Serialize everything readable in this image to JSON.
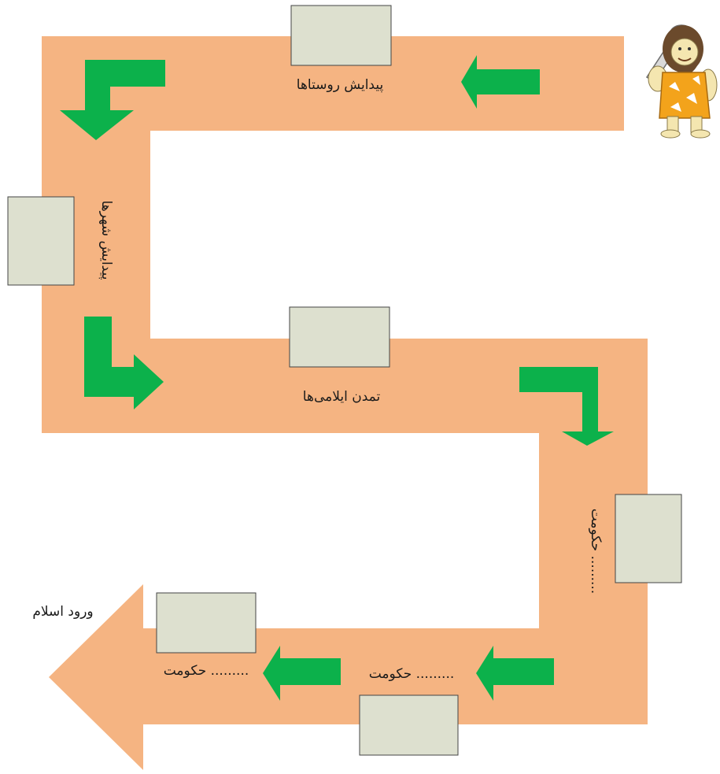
{
  "colors": {
    "path": "#f5b482",
    "arrow": "#0cb14b",
    "box_fill": "#dde0cf",
    "box_stroke": "#444444",
    "text": "#1a1a1a"
  },
  "labels": {
    "villages": "پیدایش روستاها",
    "cities": "پیدایش شهرها",
    "elamite": "تمدن ایلامی‌ها",
    "govt_right": "حکومت .........",
    "govt_bottom_middle": "حکومت .........",
    "govt_bottom_left": "حکومت .........",
    "islam": "ورود اسلام"
  },
  "character": {
    "icon": "caveman-icon"
  },
  "boxes": [
    "blank-box",
    "blank-box",
    "blank-box",
    "blank-box",
    "blank-box",
    "blank-box"
  ]
}
